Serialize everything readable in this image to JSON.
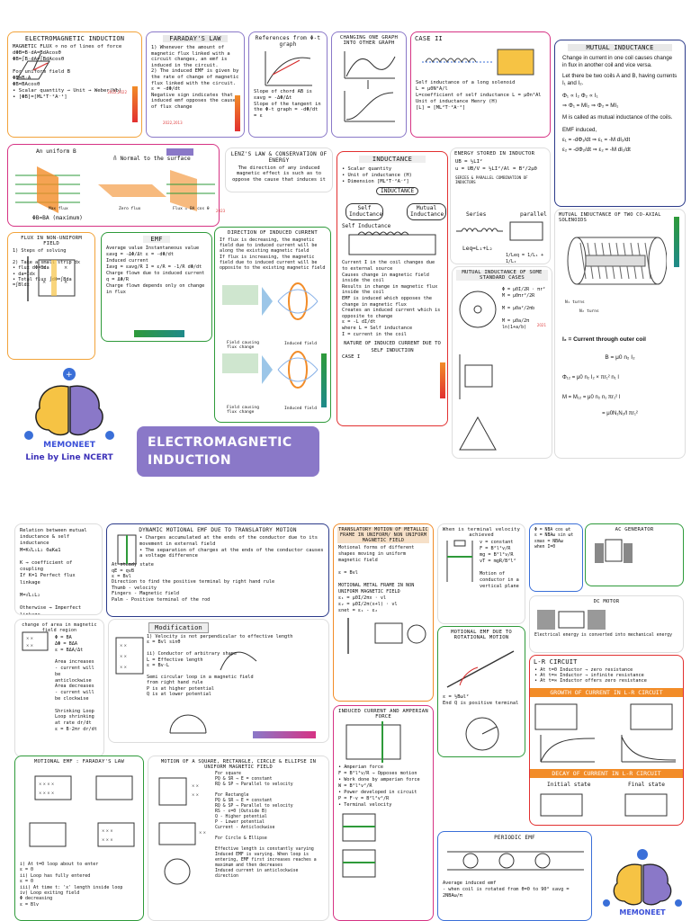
{
  "top_page": {
    "induction": {
      "title": "ELECTROMAGNETIC INDUCTION",
      "lines": "MAGNETIC FLUX ∝ no of lines of force\ndΦB=B·dA=BdAcosθ\nΦB=∫B·dA=∫BdAcosθ\n\nFor uniform field   B\nΦB=B·A\nΦB=BAcosθ\n• Scalar quantity → Unit → Weber(Wb)\n• [ΦB]=[ML²T⁻²A⁻¹]",
      "years": "2022,2022"
    },
    "faraday": {
      "title": "FARADAY'S LAW",
      "lines": "1) Whenever the amount of magnetic flux linked with a circuit changes, an emf is induced in the circuit.\n2) The induced EMF is given by the rate of change of magnetic flux linked with the circuit.\nε = -dΦ/dt\nNegative sign indicates that induced emf opposes the cause of flux change",
      "years": "2022,2013"
    },
    "graph": {
      "title": "References from Φ-t graph",
      "lines": "Slope of chord AB is\nεavg = -ΔΦ/Δt\nSlope of the tangent in the Φ-t graph = -dΦ/dt = ε"
    },
    "changing": {
      "title": "CHANGING ONE GRAPH INTO OTHER GRAPH"
    },
    "selfcase": {
      "title": "CASE II",
      "lines": "Self inductance of a long solenoid\nL = μ0N²A/l\nL=coefficient of self inductance  L = μ0n²Al\nUnit of inductance Henry (H)\n[L] = [ML²T⁻²A⁻²]"
    },
    "mutual": {
      "title": "MUTUAL INDUCTANCE",
      "intro": "Change in current in one coil causes change in flux in another coil and vice versa.",
      "let": "Let there be two coils A and B, having currents I₁ and I₂.",
      "eqs": "Φ₁ ∝ I₂          Φ₂ ∝ I₁\n⇒ Φ₁ = MI₂        ⇒ Φ₂ = MI₁",
      "m_note": "M is called as mutual inductance of the coils.",
      "emf": "EMF induced,\nε₁ = -dΦ₁/dt   ⇒   ε₁ = -M dI₂/dt\nε₂ = -dΦ₂/dt   ⇒   ε₂ = -M dI₁/dt"
    },
    "uniform": {
      "label_b": "An uniform B",
      "label_n": "n̂ Normal to the surface",
      "cap1": "Max flux",
      "cap2": "Zero flux",
      "cap3": "Flux = BA cos θ",
      "formula": "ΦB=BA (maximum)"
    },
    "lenz": {
      "title": "LENZ'S LAW & CONSERVATION OF ENERGY",
      "lines": "The direction of any induced magnetic effect is such as to oppose the cause that induces it",
      "year": "2023"
    },
    "inductance": {
      "title": "INDUCTANCE",
      "lines": "• Scalar quantity\n• Unit of inductance (H)\n• Dimension [ML²T⁻²A⁻²]",
      "tree_root": "INDUCTANCE",
      "tree_left": "Self Inductance",
      "tree_right": "Mutual Inductance",
      "self": "Self Inductance",
      "body": "Current I in the coil changes due to external source\nCauses change in magnetic field inside the coil\nResults in change in magnetic flux inside the coil\nEMF is induced which opposes the change in magnetic flux\nCreates an induced current which is opposite to change\nε = -L dI/dt\nwhere L = Self inductance\nI = current in the coil",
      "nature": "NATURE OF INDUCED CURRENT DUE TO SELF INDUCTION",
      "case": "CASE I"
    },
    "energy": {
      "title": "ENERGY STORED IN INDUCTOR",
      "lines": "UB = ½LI²\nu = UB/V = ½LI²/Al = B²/2μ0",
      "combo": "SERIES & PARALLEL COMBINATION OF INDUCTORS",
      "series": "Series",
      "parallel": "parallel",
      "ls": "Leq=L₁+L₂",
      "lp": "1/Leq = 1/L₁ + 1/L₂"
    },
    "nonuniform": {
      "title": "FLUX IN NON-UNIFORM FIELD",
      "lines": "1) Steps of solving\n\n2) Take a small strip dx\n• flux dΦ=Bda\n• da=Idx\n• Total flux ∫dΦ=∫Bda\n=∫Bldx"
    },
    "emf": {
      "title": "EMF",
      "lines": "Average value        Instantaneous value\nεavg = -ΔΦ/Δt         ε = -dΦ/dt\nInduced current\nIavg = εavg/R        I = ε/R = -1/R dΦ/dt\nCharge flown due to induced current\nq = ΔΦ/R\nCharge flown depends only on change in flux"
    },
    "direction": {
      "title": "DIRECTION OF INDUCED CURRENT",
      "lines": "If flux is decreasing, the magnetic field due to induced current will be along the existing magnetic field\nIf flux is increasing, the magnetic field due to induced current will be opposite to the existing magnetic field",
      "cap1": "Field causing flux change",
      "cap2": "Induced field",
      "cap3": "Field causing flux change",
      "cap4": "Induced field"
    },
    "mi_standard": {
      "title": "MUTUAL INDUCTANCE OF SOME STANDARD CASES",
      "lines": "Φ = μ0I/2R · πr²\nM = μ0πr²/2R\n\nM = μ0a²/2πb\n\nM = μ0a/2π ln(1+a/b)",
      "year": "2021"
    },
    "coaxial": {
      "title": "MUTUAL INDUCTANCE OF TWO CO-AXIAL SOLENOIDS",
      "n1": "N₁ turns",
      "n2": "N₂ turns",
      "i2": "I₂ = Current through outer coil",
      "b": "B = μ0 n₂ I₂",
      "phi": "Φ₁₂ = μ0 n₂ I₂ × πr₁² n₁ l",
      "m": "M = M₁₂ = μ0 n₂ n₁ πr₁² l",
      "m2": "= μ0N₁N₂/l πr₁²"
    },
    "brand": {
      "name": "MEMONEET",
      "tagline": "Line by Line NCERT"
    },
    "hero": {
      "line1": "ELECTROMAGNETIC",
      "line2": "INDUCTION"
    }
  },
  "bottom_page": {
    "relation": {
      "lines": "Relation between mutual inductance & self inductance\nM=K√L₁L₂   0≤K≤1\n\nK → coefficient of coupling\nIf K=1 Perfect flux linkage\n\nM=√L₁L₂\n\nOtherwise → Imperfect linkage"
    },
    "dynamic": {
      "title": "DYNAMIC MOTIONAL EMF DUE TO TRANSLATORY MOTION",
      "lines": "• Charges accumulated at the ends of the conductor due to its movement in external field\n• The separation of charges at the ends of the conductor causes a voltage difference",
      "steady": "At steady state\nqE = qvB\nε = Bvl\nDirection to find the positive terminal by right hand rule\nThumb - velocity\nFingers - Magnetic field\nPalm - Positive terminal of the rod"
    },
    "translatory": {
      "title": "TRANSLATORY MOTION OF METALLIC FRAME IN UNIFORM/ NON UNIFORM MAGNETIC FIELD",
      "lines": "Motional forms of different shapes moving in uniform magnetic field\n\nε = Bvl\n\nMOTIONAL METAL FRAME IN NON UNIFORM MAGNETIC FIELD\nε₁ = μ0I/2πx · vl\nε₂ = μ0I/2π(x+l) · vl\nεnet = ε₁ - ε₂"
    },
    "terminal": {
      "title": "When is terminal velocity achieved",
      "lines": "v = constant\nF = B²l²v/R\nmg = B²l²v/R\nvT = mgR/B²l²\n\nMotion of conductor in a vertical plane"
    },
    "ac": {
      "title": "AC GENERATOR",
      "lines": "Φ = NBA cos ωt\nε = NBAω sin ωt\nεmax = NBAω\nwhen I=0"
    },
    "dc": {
      "title": "DC MOTOR",
      "lines": "Electrical energy is converted into mechanical energy"
    },
    "rotational": {
      "title": "MOTIONAL EMF DUE TO ROTATIONAL MOTION",
      "lines": "ε = ½Bωl²\nEnd Q is positive terminal"
    },
    "induced": {
      "title": "INDUCED CURRENT AND AMPERIAN FORCE",
      "lines": "• Amperian force\nF = B²l²v/R → Opposes motion\n• Work done by amperian force\nW = B²l²v²/R\n• Power developed in circuit\nP = F·v = B²l²v²/R\n• Terminal velocity"
    },
    "lr": {
      "title": "L-R CIRCUIT",
      "lines": "• At t=0 Inductor → zero resistance\n• At t=∞ Inductor → infinite resistance\n• At t=∞ Inductor offers zero resistance",
      "band1": "GROWTH OF CURRENT IN L-R CIRCUIT",
      "band2": "DECAY OF CURRENT IN L-R CIRCUIT",
      "initial": "Initial state",
      "final": "Final state"
    },
    "change_area": {
      "title": "change of area in magnetic field region",
      "lines": "Φ = BA\nΔΦ = BΔA\nε = BΔA/Δt\n\nArea increases - current will be anticlockwise\nArea decreases - current will be clockwise\n\nShrinking Loop\nLoop shrinking at rate dr/dt\nε = B·2πr dr/dt"
    },
    "modification": {
      "title": "Modification",
      "lines": "1) Velocity is not perpendicular to effective length\nε = Bvl sinθ\n\nii) Conductor of arbitrary shape\nL = Effective length\nε = Bv·L\n\nSemi circular loop in a magnetic field\nfrom right hand rule\nP is at higher potential\nQ is at lower potential"
    },
    "motional_faraday": {
      "title": "MOTIONAL EMF : FARADAY'S LAW",
      "lines": "i) At t=0 loop about to enter\nε = 0\nii) Loop has fully entered\nε = 0\niii) At time t: 'x' length inside loop\niv) Loop exiting field\nΦ decreasing\nε = Blv"
    },
    "square": {
      "title": "MOTION OF A SQUARE, RECTANGLE, CIRCLE & ELLIPSE IN UNIFORM MAGNETIC FIELD",
      "lines": "For square\nPQ & SR → E = constant\nRQ & SP → Parallel to velocity\n\nFor Rectangle\nPQ & SR → E = constant\nRQ & SP → Parallel to velocity\nRS - ε=0 (Outside B)\nQ - Higher potential\nP - Lower potential\nCurrent - Anticlockwise\n\nFor Circle & Ellipse\n\nEffective length is constantly varying\nInduced EMF is varying. When loop is entering, EMF first increases reaches a maximum and then decreases\nInduced current in anticlockwise direction"
    },
    "periodic": {
      "title": "PERIODIC EMF",
      "lines": "Average induced emf\n- when coil is rotated from θ=0 to 90°  εavg = 2NBAω/π"
    },
    "brand": {
      "name": "MEMONEET"
    }
  },
  "colors": {
    "purple": "#8a78c8",
    "orange": "#f28c28",
    "green": "#2e9a3a",
    "red": "#e23030",
    "pink": "#d63384",
    "blue": "#3a6fd8",
    "teal": "#1f8a8a"
  }
}
